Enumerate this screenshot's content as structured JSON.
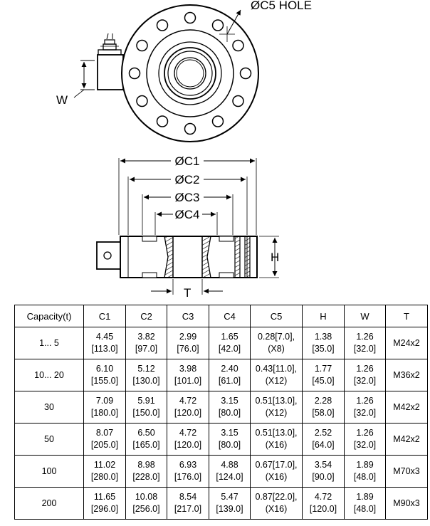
{
  "drawing": {
    "hole_label": "ØC5 HOLE",
    "w_label": "W",
    "c1_label": "ØC1",
    "c2_label": "ØC2",
    "c3_label": "ØC3",
    "c4_label": "ØC4",
    "h_label": "H",
    "t_label": "T"
  },
  "table": {
    "headers": [
      "Capacity(t)",
      "C1",
      "C2",
      "C3",
      "C4",
      "C5",
      "H",
      "W",
      "T"
    ],
    "rows": [
      {
        "capacity": "1... 5",
        "c1": [
          "4.45",
          "[113.0]"
        ],
        "c2": [
          "3.82",
          "[97.0]"
        ],
        "c3": [
          "2.99",
          "[76.0]"
        ],
        "c4": [
          "1.65",
          "[42.0]"
        ],
        "c5": [
          "0.28[7.0],",
          "(X8)"
        ],
        "h": [
          "1.38",
          "[35.0]"
        ],
        "w": [
          "1.26",
          "[32.0]"
        ],
        "t": "M24x2"
      },
      {
        "capacity": "10... 20",
        "c1": [
          "6.10",
          "[155.0]"
        ],
        "c2": [
          "5.12",
          "[130.0]"
        ],
        "c3": [
          "3.98",
          "[101.0]"
        ],
        "c4": [
          "2.40",
          "[61.0]"
        ],
        "c5": [
          "0.43[11.0],",
          "(X12)"
        ],
        "h": [
          "1.77",
          "[45.0]"
        ],
        "w": [
          "1.26",
          "[32.0]"
        ],
        "t": "M36x2"
      },
      {
        "capacity": "30",
        "c1": [
          "7.09",
          "[180.0]"
        ],
        "c2": [
          "5.91",
          "[150.0]"
        ],
        "c3": [
          "4.72",
          "[120.0]"
        ],
        "c4": [
          "3.15",
          "[80.0]"
        ],
        "c5": [
          "0.51[13.0],",
          "(X12)"
        ],
        "h": [
          "2.28",
          "[58.0]"
        ],
        "w": [
          "1.26",
          "[32.0]"
        ],
        "t": "M42x2"
      },
      {
        "capacity": "50",
        "c1": [
          "8.07",
          "[205.0]"
        ],
        "c2": [
          "6.50",
          "[165.0]"
        ],
        "c3": [
          "4.72",
          "[120.0]"
        ],
        "c4": [
          "3.15",
          "[80.0]"
        ],
        "c5": [
          "0.51[13.0],",
          "(X16)"
        ],
        "h": [
          "2.52",
          "[64.0]"
        ],
        "w": [
          "1.26",
          "[32.0]"
        ],
        "t": "M42x2"
      },
      {
        "capacity": "100",
        "c1": [
          "11.02",
          "[280.0]"
        ],
        "c2": [
          "8.98",
          "[228.0]"
        ],
        "c3": [
          "6.93",
          "[176.0]"
        ],
        "c4": [
          "4.88",
          "[124.0]"
        ],
        "c5": [
          "0.67[17.0],",
          "(X16)"
        ],
        "h": [
          "3.54",
          "[90.0]"
        ],
        "w": [
          "1.89",
          "[48.0]"
        ],
        "t": "M70x3"
      },
      {
        "capacity": "200",
        "c1": [
          "11.65",
          "[296.0]"
        ],
        "c2": [
          "10.08",
          "[256.0]"
        ],
        "c3": [
          "8.54",
          "[217.0]"
        ],
        "c4": [
          "5.47",
          "[139.0]"
        ],
        "c5": [
          "0.87[22.0],",
          "(X16)"
        ],
        "h": [
          "4.72",
          "[120.0]"
        ],
        "w": [
          "1.89",
          "[48.0]"
        ],
        "t": "M90x3"
      }
    ]
  }
}
